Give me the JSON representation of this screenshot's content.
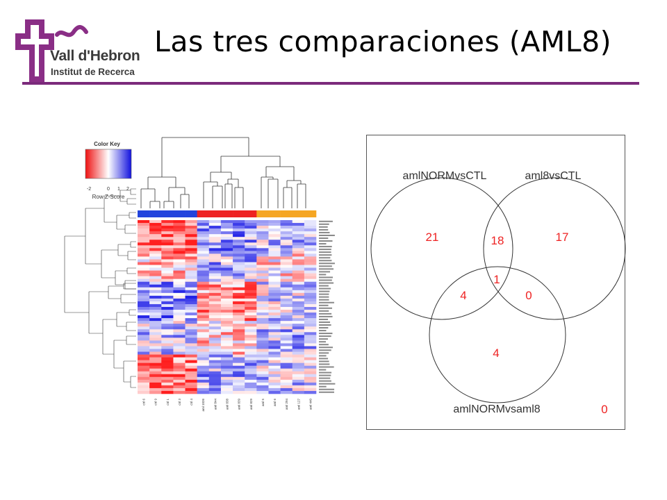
{
  "header": {
    "logo_name": "Vall d'Hebron",
    "logo_sub": "Institut de Recerca",
    "title": "Las tres comparaciones (AML8)",
    "accent_color": "#7b2a7b"
  },
  "heatmap": {
    "color_key_title": "Color Key",
    "color_key_ticks": [
      "-2",
      "0",
      "1",
      "2"
    ],
    "color_key_label": "Row Z-Score",
    "low_color": "#ee2222",
    "mid_color": "#ffffff",
    "high_color": "#2222dd",
    "group_colors": [
      "#2244dd",
      "#ee2222",
      "#f5a623"
    ],
    "column_labels": [
      "ctrl 6",
      "ctrl 9",
      "ctrl 1",
      "ctrl 3",
      "ctrl 4",
      "aml 1026",
      "aml 844",
      "aml 838",
      "aml 839",
      "aml 829",
      "aml 5",
      "aml 6",
      "aml 294",
      "aml 127",
      "aml 440"
    ]
  },
  "venn": {
    "sets": [
      "amlNORMvsCTL",
      "aml8vsCTL",
      "amlNORMvsaml8"
    ],
    "regions": {
      "a_only": "21",
      "ab": "18",
      "b_only": "17",
      "abc": "1",
      "ac": "4",
      "bc": "0",
      "c_only": "4",
      "none": "0"
    },
    "number_color": "#ee2222"
  }
}
